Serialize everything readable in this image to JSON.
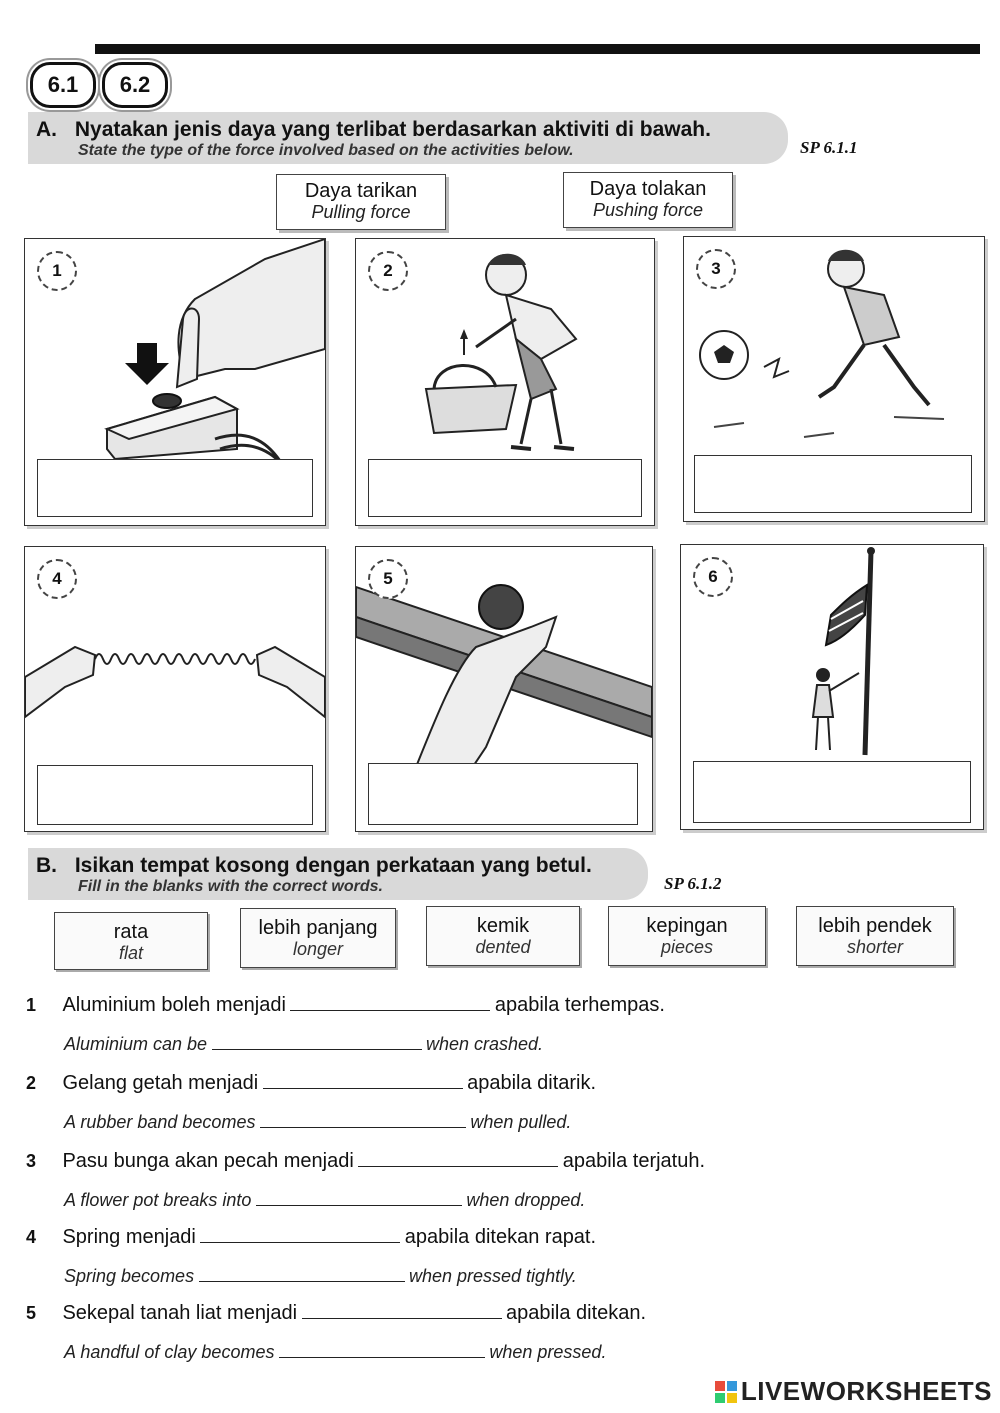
{
  "badges": [
    "6.1",
    "6.2"
  ],
  "section_a": {
    "letter": "A.",
    "title_ms": "Nyatakan jenis daya yang terlibat berdasarkan aktiviti di bawah.",
    "title_en": "State the type of the force involved based on the activities below.",
    "sp": "SP 6.1.1"
  },
  "force_options": [
    {
      "ms": "Daya tarikan",
      "en": "Pulling force"
    },
    {
      "ms": "Daya tolakan",
      "en": "Pushing force"
    }
  ],
  "panels": [
    {
      "number": "1",
      "answer": ""
    },
    {
      "number": "2",
      "answer": ""
    },
    {
      "number": "3",
      "answer": ""
    },
    {
      "number": "4",
      "answer": ""
    },
    {
      "number": "5",
      "answer": ""
    },
    {
      "number": "6",
      "answer": ""
    }
  ],
  "section_b": {
    "letter": "B.",
    "title_ms": "Isikan tempat kosong dengan perkataan yang betul.",
    "title_en": "Fill in the blanks with the correct words.",
    "sp": "SP 6.1.2"
  },
  "word_bank": [
    {
      "ms": "rata",
      "en": "flat"
    },
    {
      "ms": "lebih panjang",
      "en": "longer"
    },
    {
      "ms": "kemik",
      "en": "dented"
    },
    {
      "ms": "kepingan",
      "en": "pieces"
    },
    {
      "ms": "lebih pendek",
      "en": "shorter"
    }
  ],
  "questions": [
    {
      "n": "1",
      "ms_before": "Aluminium boleh menjadi",
      "ms_after": "apabila terhempas.",
      "en_before": "Aluminium can be",
      "en_after": "when crashed."
    },
    {
      "n": "2",
      "ms_before": "Gelang getah menjadi",
      "ms_after": "apabila ditarik.",
      "en_before": "A rubber band becomes",
      "en_after": "when pulled."
    },
    {
      "n": "3",
      "ms_before": "Pasu bunga akan pecah menjadi",
      "ms_after": "apabila terjatuh.",
      "en_before": "A flower pot breaks into",
      "en_after": "when dropped."
    },
    {
      "n": "4",
      "ms_before": "Spring menjadi",
      "ms_after": "apabila ditekan rapat.",
      "en_before": "Spring becomes",
      "en_after": "when pressed tightly."
    },
    {
      "n": "5",
      "ms_before": "Sekepal tanah liat menjadi",
      "ms_after": "apabila ditekan.",
      "en_before": "A handful of clay becomes",
      "en_after": "when pressed."
    }
  ],
  "footer_logo": "LIVEWORKSHEETS",
  "colors": {
    "section_bg": "#d9d9d9",
    "logo_squares": [
      "#e74c3c",
      "#3498db",
      "#2ecc71",
      "#f1c40f"
    ]
  }
}
